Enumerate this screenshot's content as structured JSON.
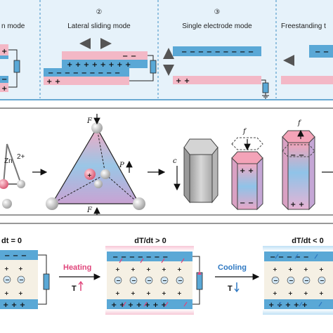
{
  "panel_a": {
    "modes": [
      {
        "number": "",
        "label": "n mode"
      },
      {
        "number": "②",
        "label": "Lateral sliding mode"
      },
      {
        "number": "③",
        "label": "Single electrode mode"
      },
      {
        "number": "",
        "label": "Freestanding t"
      }
    ]
  },
  "panel_b": {
    "ion_label": "Zn",
    "ion_charge": "2+",
    "force_top": "F",
    "force_bottom": "F",
    "polarization": "P",
    "axis_c": "c",
    "small_force_1": "f",
    "small_force_2": "f"
  },
  "panel_c": {
    "states": [
      {
        "label": "dt = 0"
      },
      {
        "label": "dT/dt > 0"
      },
      {
        "label": "dT/dt < 0"
      }
    ],
    "heating_label": "Heating",
    "heating_symbol": "T",
    "cooling_label": "Cooling",
    "cooling_symbol": "T"
  },
  "colors": {
    "blue_layer": "#5aa8d6",
    "pink_layer": "#f3b8c6",
    "panel_bg": "#e6f2fa",
    "heating": "#e0457b",
    "cooling": "#2e78c2"
  }
}
